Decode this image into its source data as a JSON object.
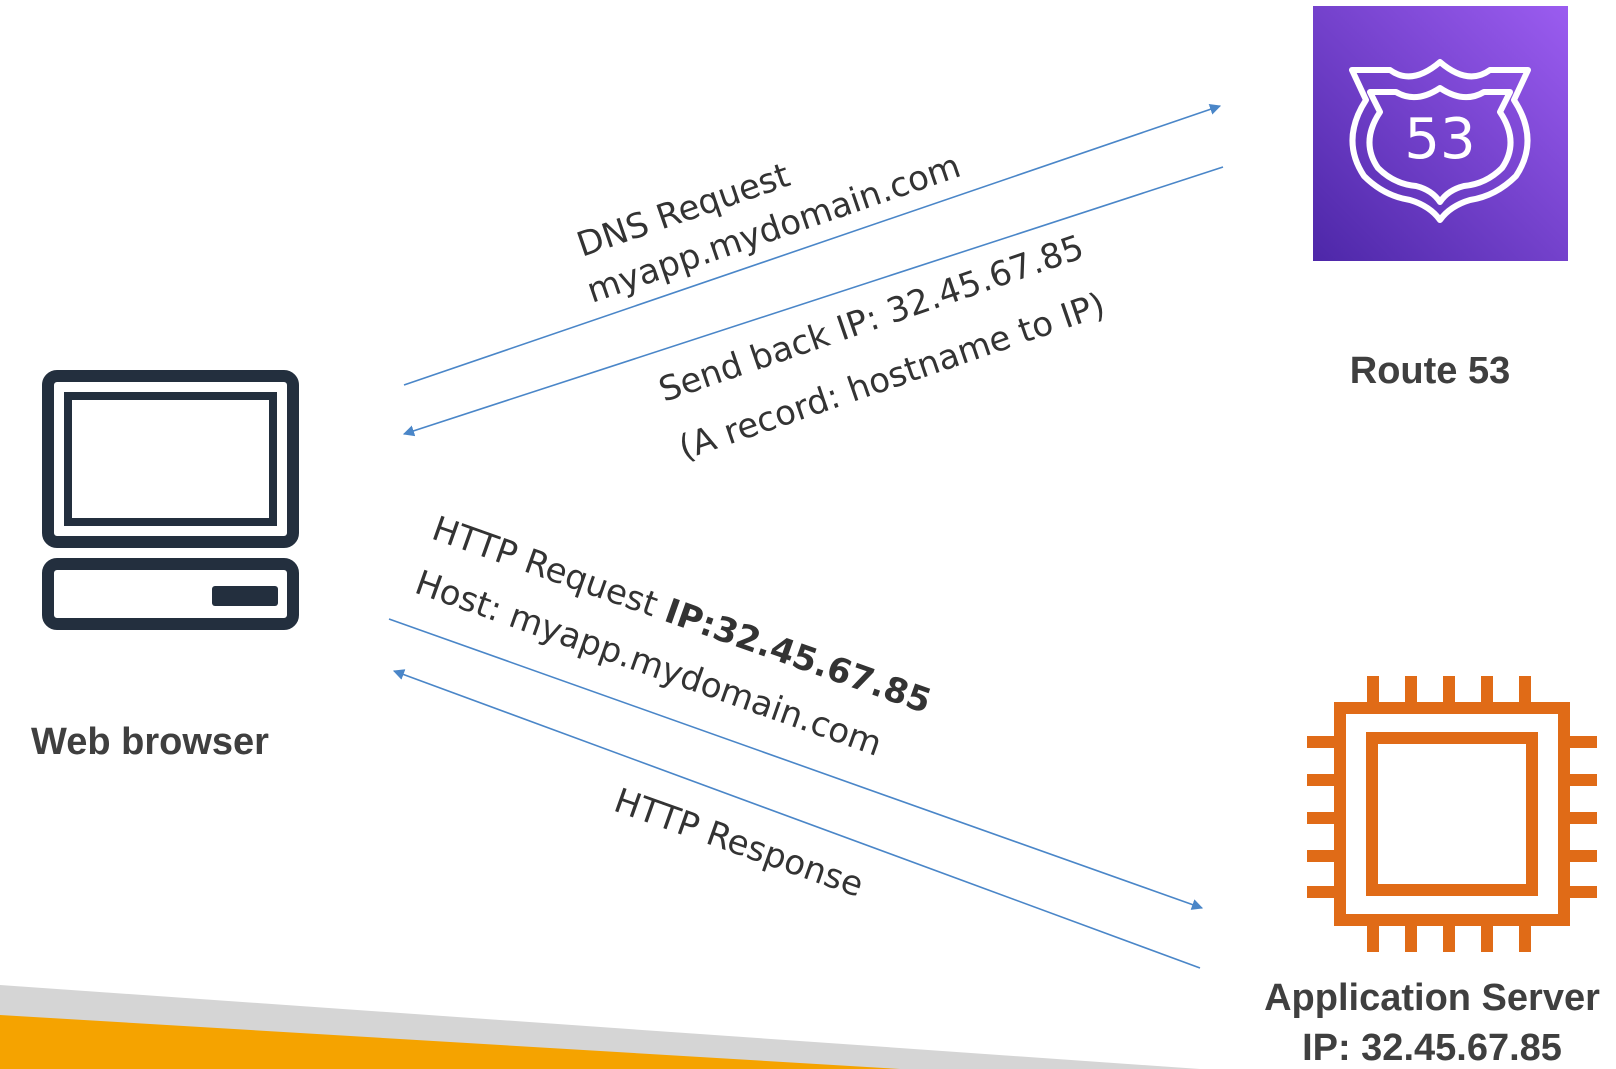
{
  "nodes": {
    "browser": {
      "label": "Web browser",
      "icon": "desktop-computer-icon"
    },
    "route53": {
      "label": "Route 53",
      "icon": "route53-shield-icon",
      "badge": "53",
      "color": "#7b44d8"
    },
    "server": {
      "label_line1": "Application Server",
      "label_line2": "IP: 32.45.67.85",
      "icon": "ec2-chip-icon",
      "color": "#e06b17"
    }
  },
  "messages": {
    "dns_request": {
      "line1": "DNS Request",
      "line2": "myapp.mydomain.com"
    },
    "dns_response": {
      "line1": "Send back IP: 32.45.67.85",
      "line2": "(A record: hostname to IP)"
    },
    "http_request": {
      "line1_prefix": "HTTP Request ",
      "line1_bold": "IP:32.45.67.85",
      "line2": "Host: myapp.mydomain.com"
    },
    "http_response": {
      "line1": "HTTP Response"
    }
  },
  "colors": {
    "arrow": "#4a86c8",
    "footer_gray": "#d5d5d5",
    "footer_orange": "#f5a300"
  }
}
